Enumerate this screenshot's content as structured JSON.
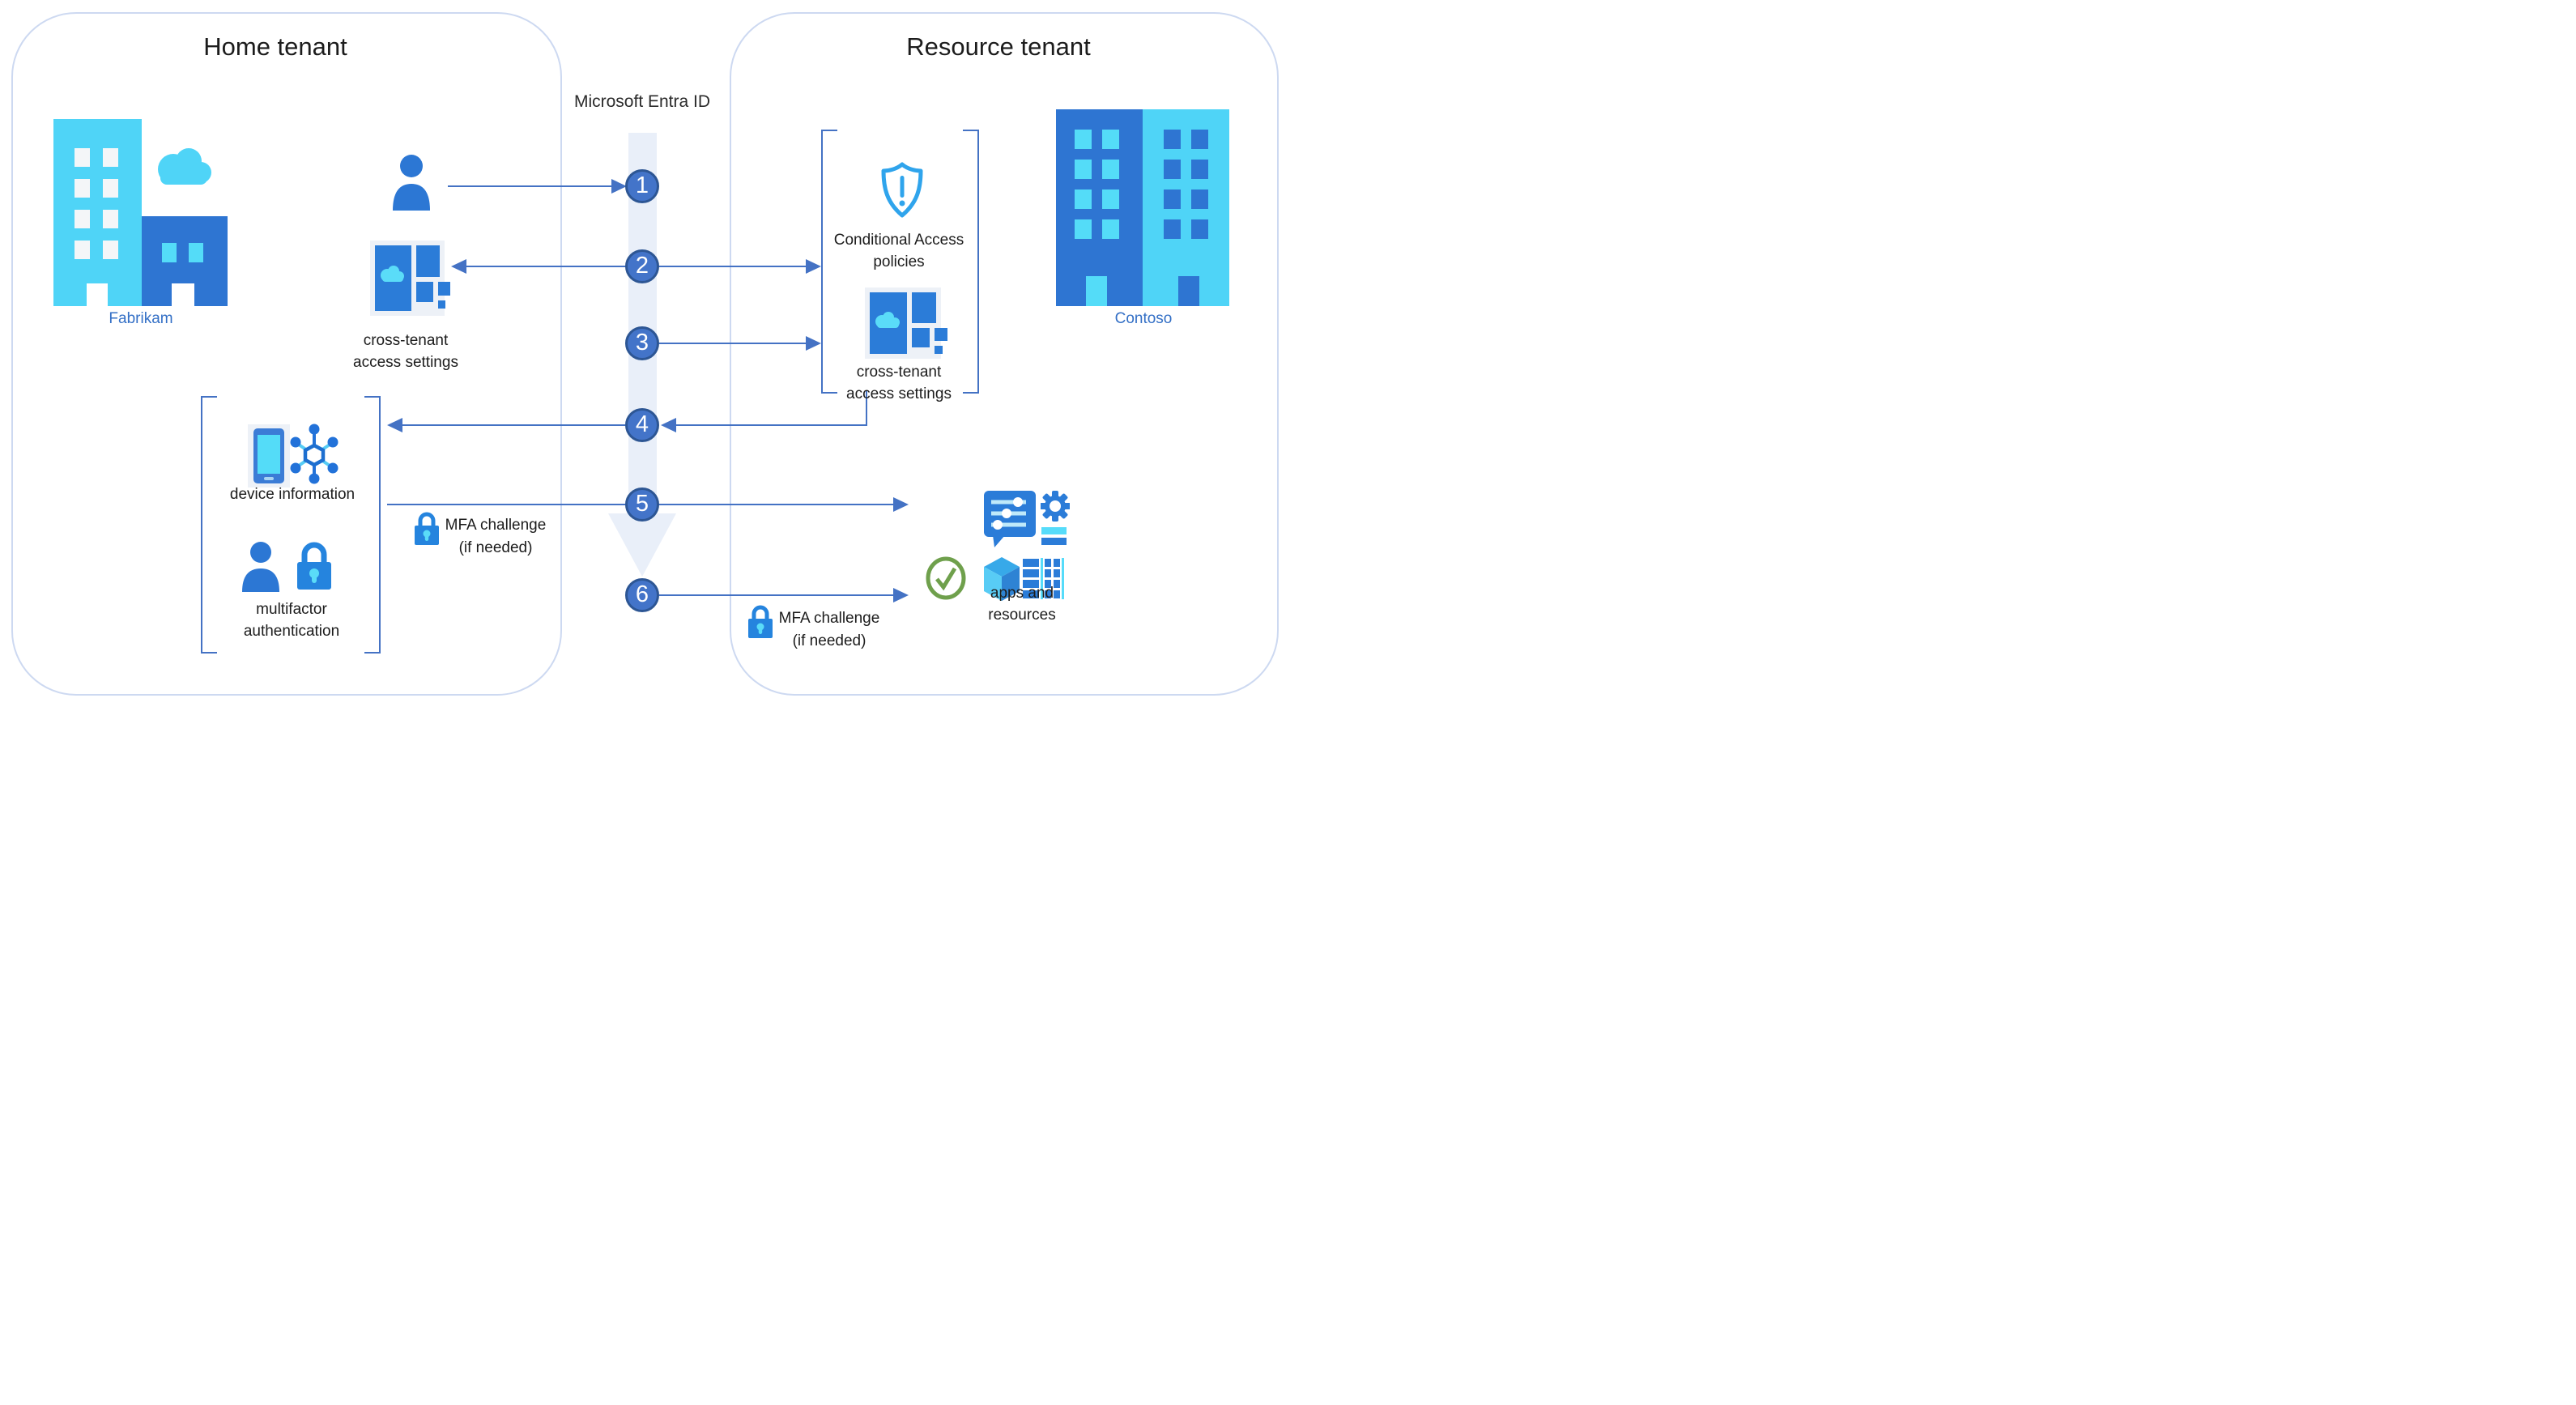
{
  "titles": {
    "home": "Home tenant",
    "resource": "Resource tenant",
    "identity": "Microsoft Entra ID"
  },
  "tenants": {
    "home_org": "Fabrikam",
    "resource_org": "Contoso"
  },
  "steps": [
    {
      "number": "1"
    },
    {
      "number": "2"
    },
    {
      "number": "3"
    },
    {
      "number": "4"
    },
    {
      "number": "5"
    },
    {
      "number": "6"
    }
  ],
  "labels": {
    "cross_tenant_line1": "cross-tenant",
    "cross_tenant_line2": "access settings",
    "conditional_line1": "Conditional Access",
    "conditional_line2": "policies",
    "device_info": "device information",
    "mfa_line1": "multifactor",
    "mfa_line2": "authentication",
    "mfa_challenge_line1": "MFA challenge",
    "mfa_challenge_line2": "(if needed)",
    "apps_line1": "apps and",
    "apps_line2": "resources"
  },
  "colors": {
    "arrow_blue": "#4472c4",
    "step_circle_fill": "#4374c9",
    "step_circle_ring": "#2d5694",
    "flow_band": "#e9eff9",
    "container_border": "#cdd9f1",
    "icon_blue": "#2b7cd8",
    "icon_cyan": "#4fd4f7",
    "shield_azure": "#2fa4ec",
    "check_green": "#6fa04c",
    "org_label_blue": "#3470c6"
  }
}
